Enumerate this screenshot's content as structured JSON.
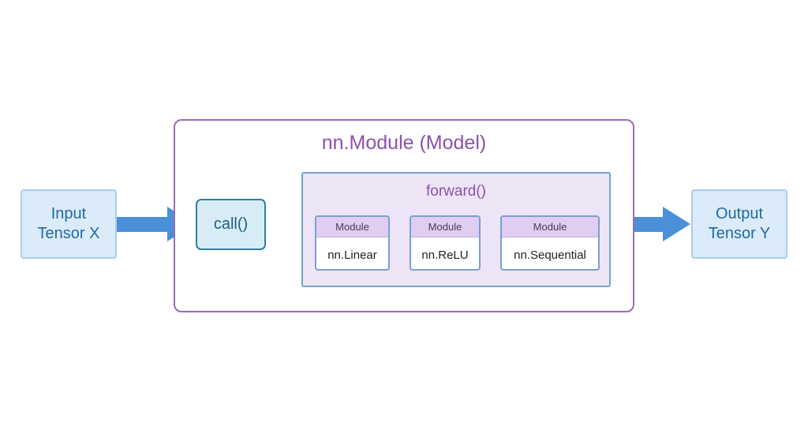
{
  "input": {
    "line1": "Input",
    "line2": "Tensor X"
  },
  "output": {
    "line1": "Output",
    "line2": "Tensor Y"
  },
  "model": {
    "title": "nn.Module (Model)"
  },
  "call": {
    "label": "call()"
  },
  "forward": {
    "title": "forward()"
  },
  "modules": [
    {
      "header": "Module",
      "name": "nn.Linear"
    },
    {
      "header": "Module",
      "name": "nn.ReLU"
    },
    {
      "header": "Module",
      "name": "nn.Sequential"
    }
  ],
  "colors": {
    "flow_arrow": "#4a90d9",
    "call_arrow": "#8a52ad",
    "module_border": "#9a6bb8",
    "forward_fill": "#ede4f6"
  }
}
